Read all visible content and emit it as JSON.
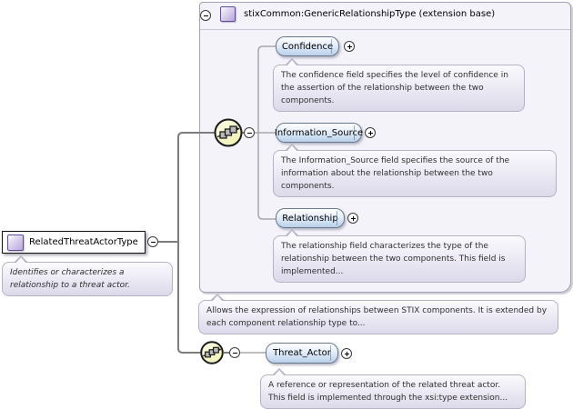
{
  "schema": {
    "root": {
      "label": "RelatedThreatActorType",
      "doc": "Identifies or characterizes a relationship to a threat actor."
    },
    "extension_base": {
      "title": "stixCommon:GenericRelationshipType (extension base)",
      "doc": "Allows the expression of relationships between STIX components. It is extended by each component relationship type to...",
      "compositor": "sequence",
      "elements": [
        {
          "name": "Confidence",
          "doc": "The confidence field specifies the level of confidence in the assertion of the relationship between the two components."
        },
        {
          "name": "Information_Source",
          "doc": "The Information_Source field specifies the source of the information about the relationship between the two components."
        },
        {
          "name": "Relationship",
          "doc": "The relationship field characterizes the type of the relationship between the two components. This field is implemented..."
        }
      ]
    },
    "extension": {
      "compositor": "sequence",
      "elements": [
        {
          "name": "Threat_Actor",
          "doc": "A reference or representation of the related threat actor. This field is implemented through the xsi:type extension..."
        }
      ]
    },
    "colors": {
      "container_bg": "#f4f3fa",
      "element_fill": "#b9d0ea",
      "doc_fill": "#dcd9ea",
      "type_icon": "#b7a6d9",
      "sequence_icon": "#f6f6c8",
      "connector_line": "#7d7d7d"
    }
  }
}
